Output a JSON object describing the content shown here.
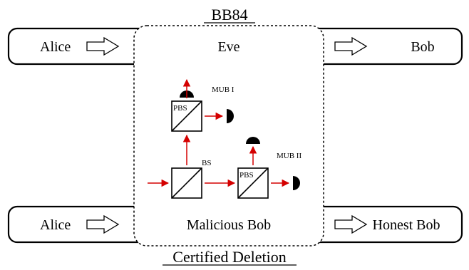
{
  "title_top": "BB84",
  "title_bottom": "Certified Deletion",
  "top_row": {
    "left": "Alice",
    "center": "Eve",
    "right": "Bob"
  },
  "bottom_row": {
    "left": "Alice",
    "center": "Malicious Bob",
    "right": "Honest Bob"
  },
  "components": {
    "pbs_upper": "PBS",
    "pbs_lower": "PBS",
    "bs": "BS",
    "mub_1": "MUB I",
    "mub_2": "MUB II"
  },
  "colors": {
    "beam": "#d40000",
    "stroke": "#000000",
    "detector": "#000000"
  }
}
